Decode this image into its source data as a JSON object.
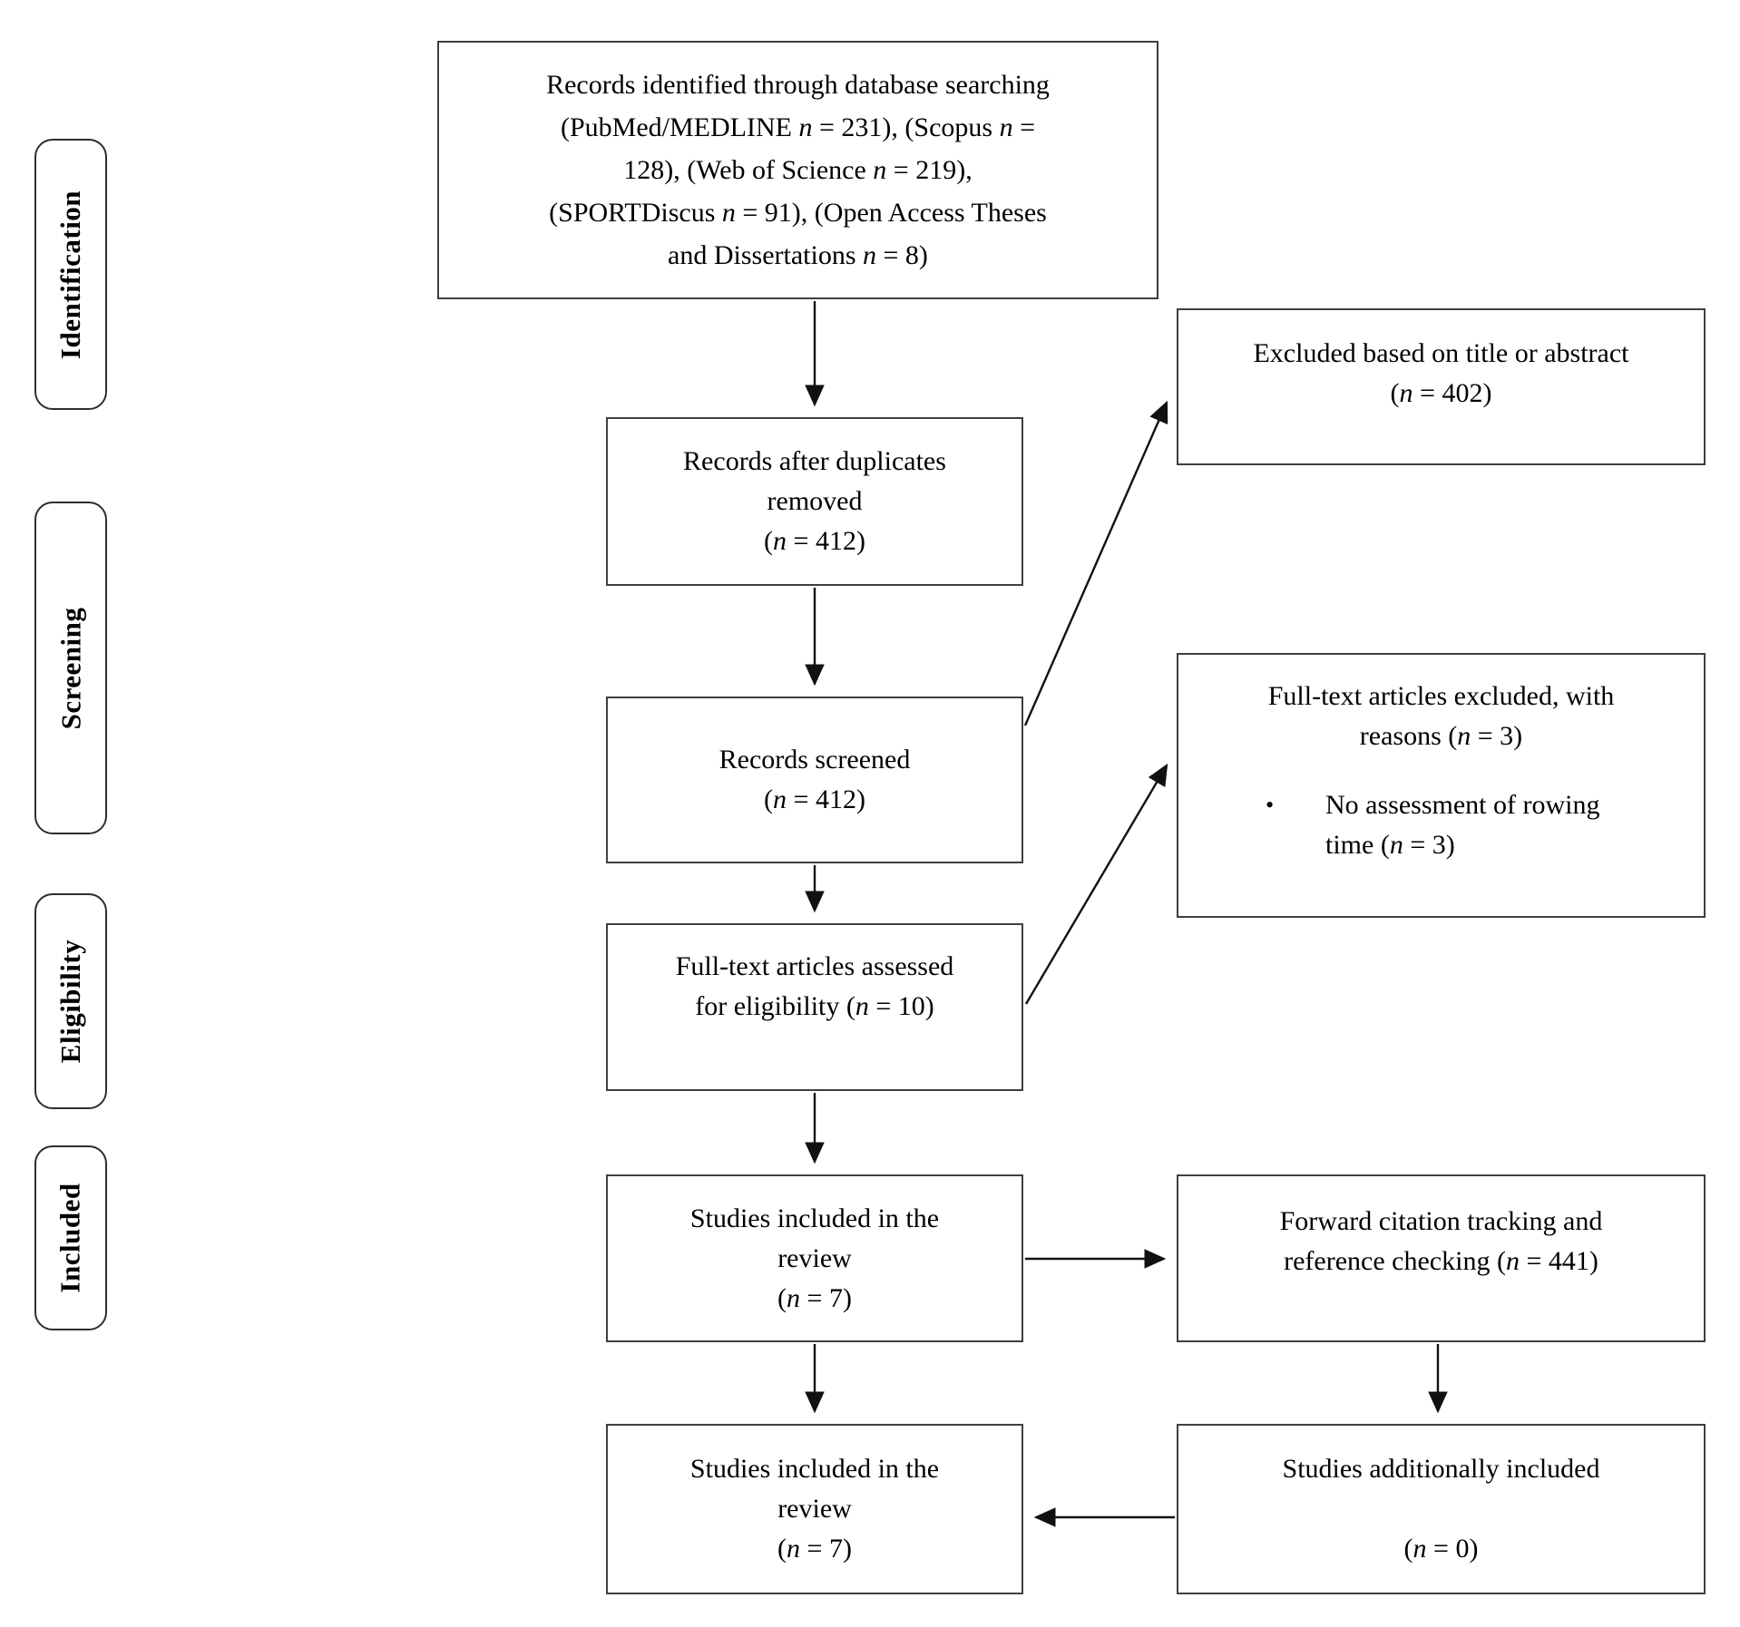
{
  "glyphs": {
    "bullet": "•"
  },
  "stages": [
    {
      "label": "Identification"
    },
    {
      "label": "Screening"
    },
    {
      "label": "Eligibility"
    },
    {
      "label": "Included"
    }
  ],
  "boxes": {
    "identified": {
      "lines": [
        "Records identified through database searching",
        "(PubMed/MEDLINE *n* = 231), (Scopus *n* =",
        "128), (Web of Science *n* = 219),",
        "(SPORTDiscus *n* = 91), (Open Access Theses",
        "and Dissertations *n* = 8)"
      ]
    },
    "duplicates_removed": {
      "lines": [
        "Records after duplicates",
        "removed",
        "(*n* = 412)"
      ]
    },
    "screened": {
      "lines": [
        "Records screened",
        "(*n* = 412)"
      ]
    },
    "fulltext_assessed": {
      "lines": [
        "Full-text articles assessed",
        "for eligibility (*n* = 10)"
      ]
    },
    "included_review": {
      "lines": [
        "Studies included in the",
        "review",
        "(*n* = 7)"
      ]
    },
    "included_review_final": {
      "lines": [
        "Studies included in the",
        "review",
        "(*n* = 7)"
      ]
    },
    "excluded_title_abstract": {
      "lines": [
        "Excluded based on title or abstract",
        "(*n* = 402)"
      ]
    },
    "fulltext_excluded": {
      "heading": [
        "Full-text articles excluded, with",
        "reasons (*n* = 3)"
      ],
      "reason": [
        "No assessment of rowing",
        "time (*n* = 3)"
      ]
    },
    "forward_citation": {
      "lines": [
        "Forward citation tracking and",
        "reference checking (*n* = 441)"
      ]
    },
    "additionally_included": {
      "lines": [
        "Studies additionally included",
        "",
        "(*n* = 0)"
      ]
    }
  },
  "colors": {
    "box_border": "#3f3f3f",
    "stage_border": "#2e2e2e",
    "arrow": "#111111",
    "background": "#ffffff",
    "text": "#000000"
  }
}
